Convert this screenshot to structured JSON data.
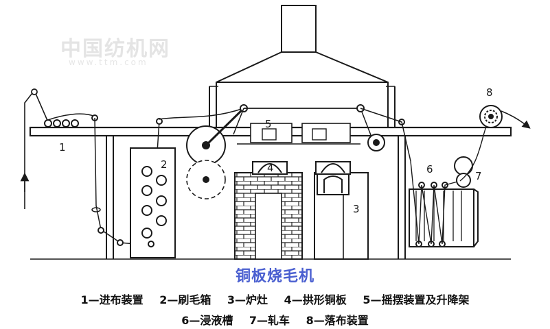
{
  "watermark": {
    "site_name": "中国纺机网",
    "site_url": "www.ttm.com"
  },
  "figure": {
    "caption": "铜板烧毛机",
    "callouts": [
      "1",
      "2",
      "3",
      "4",
      "5",
      "6",
      "7",
      "8"
    ]
  },
  "legend": {
    "row1": [
      "1—进布装置",
      "2—刷毛箱",
      "3—炉灶",
      "4—拱形铜板",
      "5—摇摆装置及升降架"
    ],
    "row2": [
      "6—浸液槽",
      "7—轧车",
      "8—落布装置"
    ]
  },
  "colors": {
    "line": "#1a1a1a",
    "caption": "#4a5fd0",
    "watermark": "#e4e4e4"
  }
}
